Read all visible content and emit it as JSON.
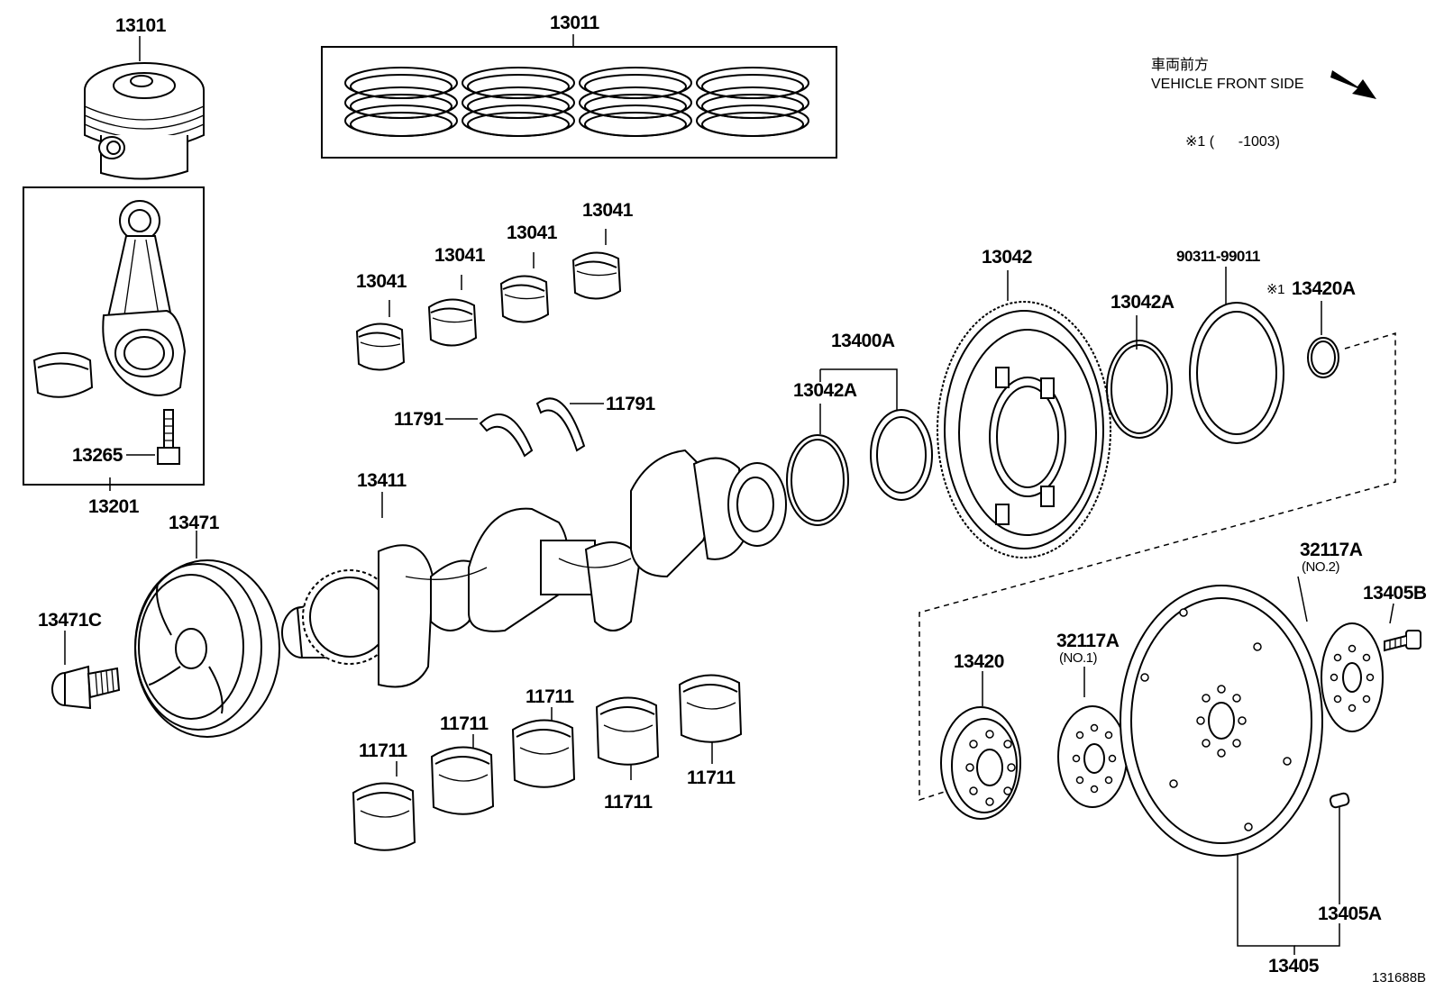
{
  "direction_note": {
    "jp": "車両前方",
    "en": "VEHICLE FRONT SIDE",
    "footnote": "※1 (      -1003)"
  },
  "catalog_code": "131688B",
  "parts": {
    "piston": "13101",
    "ring_set": "13011",
    "conrod_assy": "13201",
    "conrod_bolt": "13265",
    "crank_pulley": "13471",
    "pulley_bolt": "13471C",
    "crankshaft": "13411",
    "conrod_bearing_1": "13041",
    "conrod_bearing_2": "13041",
    "conrod_bearing_3": "13041",
    "conrod_bearing_4": "13041",
    "thrust_washer_left": "11791",
    "thrust_washer_right": "11791",
    "main_bearing_1": "11711",
    "main_bearing_2": "11711",
    "main_bearing_3": "11711",
    "main_bearing_4": "11711",
    "main_bearing_5": "11711",
    "reluctor_set": "13400A",
    "reluctor_ring_left": "13042A",
    "ring_gear_plate": "13042",
    "reluctor_ring_right": "13042A",
    "oil_seal": "90311-99011",
    "spacer_marked": "13420A",
    "spacer_marked_prefix": "※1",
    "flywheel_spacer": "13420",
    "drive_plate_no1": "32117A",
    "drive_plate_no1_sub": "(NO.1)",
    "drive_plate_no2": "32117A",
    "drive_plate_no2_sub": "(NO.2)",
    "flywheel_bolt": "13405B",
    "flywheel_pin": "13405A",
    "flywheel_assy": "13405"
  }
}
